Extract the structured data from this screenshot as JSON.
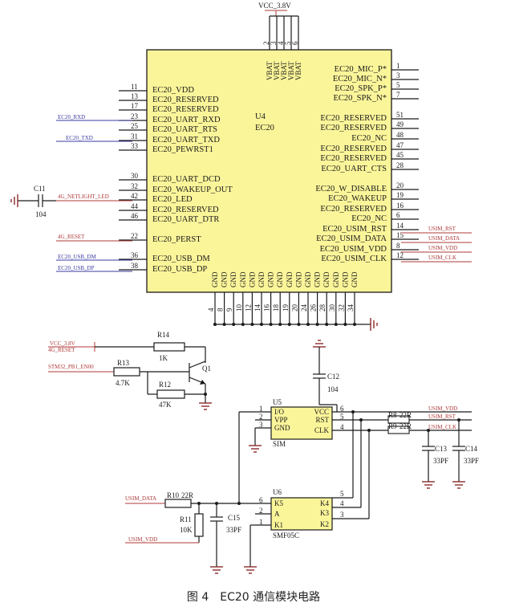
{
  "caption": "图 4　EC20 通信模块电路",
  "vcc_label": "VCC_3.8V",
  "u4": {
    "ref": "U4",
    "value": "EC20",
    "vbat_pins": [
      "VBAT",
      "VBAT",
      "VBAT",
      "VBAT",
      "VBAT"
    ],
    "vbat_nums": [
      "2",
      "3",
      "4",
      "5",
      "6"
    ],
    "left_pins": [
      {
        "num": "11",
        "name": "EC20_VDD"
      },
      {
        "num": "13",
        "name": "EC20_RESERVED"
      },
      {
        "num": "17",
        "name": "EC20_RESERVED"
      },
      {
        "num": "23",
        "name": "EC20_UART_RXD"
      },
      {
        "num": "25",
        "name": "EC20_UART_RTS"
      },
      {
        "num": "31",
        "name": "EC20_UART_TXD"
      },
      {
        "num": "33",
        "name": "EC20_PEWRST1"
      },
      {
        "num": "30",
        "name": "EC20_UART_DCD"
      },
      {
        "num": "32",
        "name": "EC20_WAKEUP_OUT"
      },
      {
        "num": "42",
        "name": "EC20_LED"
      },
      {
        "num": "44",
        "name": "EC20_RESERVED"
      },
      {
        "num": "46",
        "name": "EC20_UART_DTR"
      },
      {
        "num": "22",
        "name": "EC20_PERST"
      },
      {
        "num": "36",
        "name": "EC20_USB_DM"
      },
      {
        "num": "38",
        "name": "EC20_USB_DP"
      }
    ],
    "right_pins": [
      {
        "num": "1",
        "name": "EC20_MIC_P*"
      },
      {
        "num": "3",
        "name": "EC20_MIC_N*"
      },
      {
        "num": "5",
        "name": "EC20_SPK_P*"
      },
      {
        "num": "7",
        "name": "EC20_SPK_N*"
      },
      {
        "num": "51",
        "name": "EC20_RESERVED"
      },
      {
        "num": "49",
        "name": "EC20_RESERVED"
      },
      {
        "num": "48",
        "name": "EC20_NC"
      },
      {
        "num": "47",
        "name": "EC20_RESERVED"
      },
      {
        "num": "45",
        "name": "EC20_RESERVED"
      },
      {
        "num": "28",
        "name": "EC20_UART_CTS"
      },
      {
        "num": "20",
        "name": "EC20_W_DISABLE"
      },
      {
        "num": "19",
        "name": "EC20_WAKEUP"
      },
      {
        "num": "16",
        "name": "EC20_RESERVED"
      },
      {
        "num": "6",
        "name": "EC20_NC"
      },
      {
        "num": "14",
        "name": "EC20_USIM_RST"
      },
      {
        "num": "15",
        "name": "EC20_USIM_DATA"
      },
      {
        "num": "8",
        "name": "EC20_USIM_VDD"
      },
      {
        "num": "12",
        "name": "EC20_USIM_CLK"
      }
    ],
    "gnd_pins": [
      "GND",
      "GND",
      "GND",
      "GND",
      "GND",
      "GND",
      "GND",
      "GND",
      "GND",
      "GND",
      "GND",
      "GND",
      "GND",
      "GND",
      "GND",
      "GND"
    ],
    "gnd_nums": [
      "4",
      "8",
      "9",
      "10",
      "12",
      "14",
      "16",
      "18",
      "19",
      "20",
      "24",
      "26",
      "28",
      "30",
      "32",
      "34"
    ]
  },
  "nets_left": {
    "rxd": "EC20_RXD",
    "txd": "EC20_TXD",
    "netlight": "4G_NETLIGHT_LED",
    "reset": "4G_RESET",
    "usb_dm": "EC20_USB_DM",
    "usb_dp": "EC20_USB_DP"
  },
  "nets_right": [
    "USIM_RST",
    "USIM_DATA",
    "USIM_VDD",
    "USIM_CLK"
  ],
  "c11": {
    "ref": "C11",
    "value": "104"
  },
  "reset_ckt": {
    "vcc": "VCC_3.8V",
    "reset_net": "4G_RESET",
    "stm_net": "STM32_PB1_EN00",
    "r14": {
      "ref": "R14",
      "value": "1K"
    },
    "r13": {
      "ref": "R13",
      "value": "4.7K"
    },
    "r12": {
      "ref": "R12",
      "value": "47K"
    },
    "q1": "Q1"
  },
  "sim": {
    "u5": "U5",
    "name": "SIM",
    "pins_left": [
      {
        "num": "1",
        "name": "I/O"
      },
      {
        "num": "2",
        "name": "VPP"
      },
      {
        "num": "3",
        "name": "GND"
      }
    ],
    "pins_right": [
      {
        "num": "6",
        "name": "VCC"
      },
      {
        "num": "5",
        "name": "RST"
      },
      {
        "num": "4",
        "name": "CLK"
      }
    ],
    "c12": {
      "ref": "C12",
      "value": "104"
    },
    "r_a": {
      "ref": "R8",
      "value": "22R"
    },
    "r_b": {
      "ref": "R9",
      "value": "22R"
    },
    "c13": {
      "ref": "C13",
      "value": "33PF"
    },
    "c14": {
      "ref": "C14",
      "value": "33PF"
    },
    "nets": [
      "USIM_VDD",
      "USIM_RST",
      "USIM_CLK"
    ]
  },
  "esd": {
    "u6": "U6",
    "name": "SMF05C",
    "pins_left": [
      {
        "num": "6",
        "name": "K5"
      },
      {
        "num": "2",
        "name": "A"
      },
      {
        "num": "1",
        "name": "K1"
      }
    ],
    "pins_right": [
      {
        "num": "5",
        "name": "K4"
      },
      {
        "num": "4",
        "name": "K3"
      },
      {
        "num": "3",
        "name": "K2"
      }
    ],
    "r10": {
      "ref": "R10",
      "value": "22R"
    },
    "r11": {
      "ref": "R11",
      "value": "10K"
    },
    "c15": {
      "ref": "C15",
      "value": "33PF"
    },
    "data_net": "USIM_DATA",
    "vdd_net": "USIM_VDD"
  }
}
